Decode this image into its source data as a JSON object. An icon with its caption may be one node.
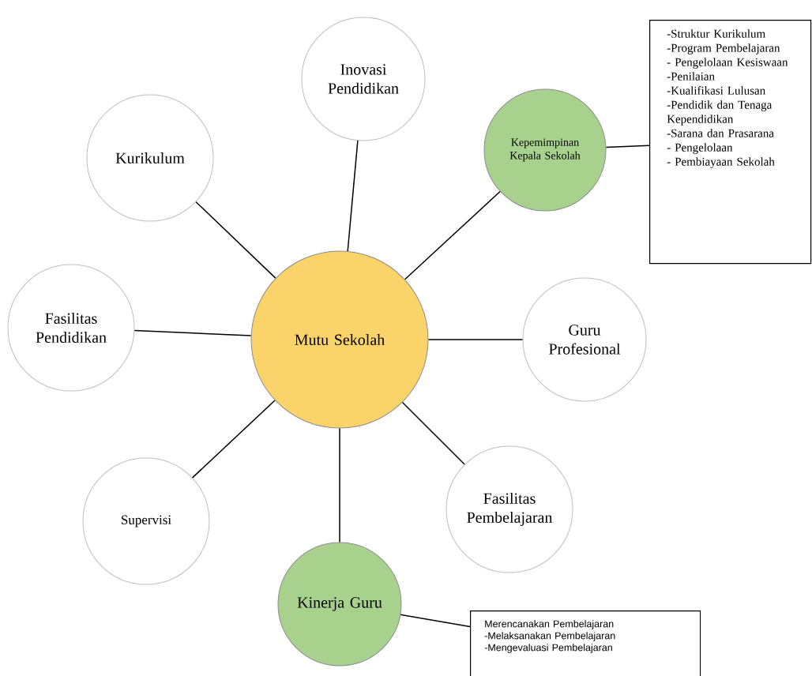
{
  "diagram": {
    "nodes": [
      {
        "text": [
          "Inovasi Pendidikan"
        ]
      },
      {
        "text": [
          "Kurikulum"
        ]
      },
      {
        "text": [
          "Kepemimpinan Kepala Sekolah"
        ]
      },
      {
        "text": [
          "-Struktur Kurikulum",
          "-Program Pembelajaran",
          "- Pengelolaan Kesiswaan",
          "-Penilaian",
          "-Kualifikasi Lulusan",
          "-Pendidik dan Tenaga Kependidikan",
          "-Sarana dan Prasarana",
          "- Pengelolaan",
          "- Pembiayaan Sekolah"
        ]
      },
      {
        "text": [
          "Fasilitas Pendidikan"
        ]
      },
      {
        "text": [
          "Mutu Sekolah"
        ]
      },
      {
        "text": [
          "Guru Profesional"
        ]
      },
      {
        "text": [
          "Supervisi"
        ]
      },
      {
        "text": [
          "Fasilitas Pembelajaran"
        ]
      },
      {
        "text": [
          "Kinerja Guru"
        ]
      },
      {
        "text": [
          "Merencanakan Pembelajaran",
          "-Melaksanakan Pembelajaran",
          "-Mengevaluasi Pembelajaran"
        ]
      }
    ],
    "edges": [
      {
        "from": 5,
        "to": 0,
        "arrow": "none"
      },
      {
        "from": 5,
        "to": 1,
        "arrow": "none"
      },
      {
        "from": 5,
        "to": 2,
        "arrow": "none"
      },
      {
        "from": 2,
        "to": 3,
        "arrow": "none"
      },
      {
        "from": 5,
        "to": 4,
        "arrow": "none"
      },
      {
        "from": 5,
        "to": 6,
        "arrow": "none"
      },
      {
        "from": 5,
        "to": 7,
        "arrow": "none"
      },
      {
        "from": 5,
        "to": 8,
        "arrow": "none"
      },
      {
        "from": 5,
        "to": 9,
        "arrow": "none"
      },
      {
        "from": 9,
        "to": 10,
        "arrow": "none"
      }
    ]
  }
}
